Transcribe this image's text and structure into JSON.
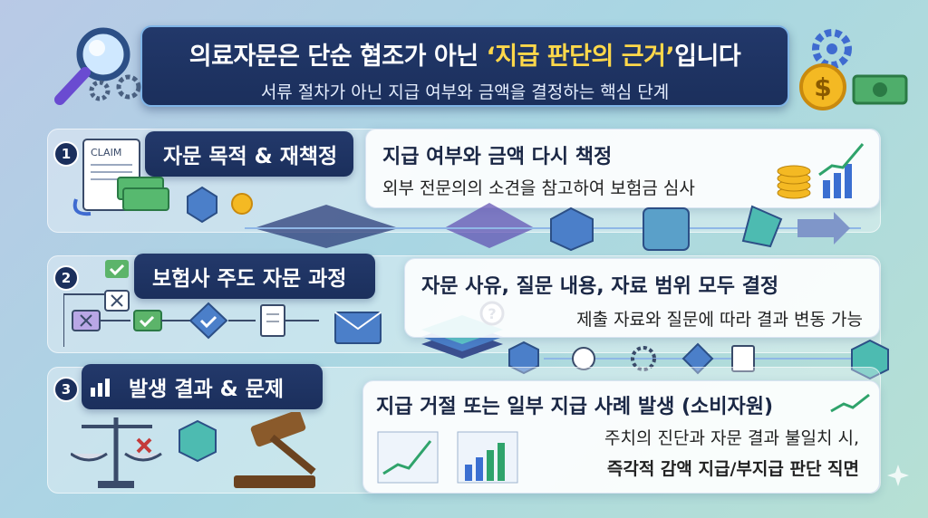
{
  "header": {
    "title_pre": "의료자문은 단순 협조가 아닌 ",
    "title_hl": "‘지급 판단의 근거’",
    "title_post": "입니다",
    "subtitle": "서류 절차가 아닌 지급 여부와 금액을 결정하는 핵심 단계"
  },
  "sections": [
    {
      "num": "1",
      "tag": "자문 목적 & 재책정",
      "heading": "지급 여부와 금액 다시 책정",
      "body": "외부 전문의의 소견을 참고하여 보험금 심사",
      "doc_label": "CLAIM"
    },
    {
      "num": "2",
      "tag": "보험사 주도 자문 과정",
      "heading": "자문 사유, 질문 내용, 자료 범위 모두 결정",
      "body": "제출 자료와 질문에 따라 결과 변동 가능"
    },
    {
      "num": "3",
      "tag": "발생 결과 & 문제",
      "heading": "지급 거절 또는 일부 지급 사례 발생 (소비자원)",
      "body_line1": "주치의 진단과 자문 결과 불일치 시,",
      "body_line2": "즉각적 감액 지급/부지급 판단 직면"
    }
  ],
  "icons": {
    "currency_symbol": "$",
    "question_symbol": "?"
  },
  "colors": {
    "navy": "#1b2f5c",
    "highlight": "#ffd84a",
    "accent_green": "#3aa86b",
    "accent_blue": "#3b6fd1"
  }
}
